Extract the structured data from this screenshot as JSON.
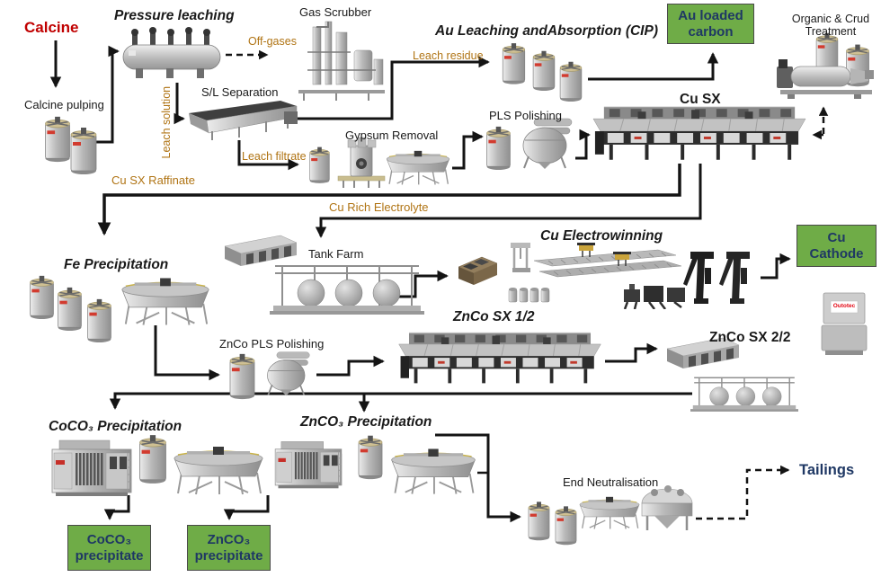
{
  "diagram_type": "process-flowsheet",
  "colors": {
    "background": "#ffffff",
    "feed_label": "#C00000",
    "stream_label": "#B07414",
    "product_box_bg": "#6FAC47",
    "product_box_border": "#4a4a4a",
    "product_text": "#1F3864",
    "flow_line": "#141414",
    "logo_red": "#E30613"
  },
  "labels": {
    "calcine": "Calcine",
    "pressure_leaching": "Pressure leaching",
    "gas_scrubber": "Gas Scrubber",
    "off_gases": "Off-gases",
    "calcine_pulping": "Calcine pulping",
    "leach_solution": "Leach solution",
    "sl_separation": "S/L Separation",
    "au_leaching_cip": "Au Leaching andAbsorption (CIP)",
    "leach_residue": "Leach residue",
    "leach_filtrate": "Leach filtrate",
    "gypsum_removal": "Gypsum Removal",
    "pls_polishing": "PLS Polishing",
    "cu_sx": "Cu SX",
    "organic_crud_line1": "Organic & Crud",
    "organic_crud_line2": "Treatment",
    "cu_sx_raffinate": "Cu SX Raffinate",
    "cu_rich_electrolyte": "Cu Rich Electrolyte",
    "fe_precipitation": "Fe Precipitation",
    "tank_farm": "Tank Farm",
    "cu_electrowinning": "Cu Electrowinning",
    "znco_pls_polishing": "ZnCo PLS Polishing",
    "znco_sx_1_2": "ZnCo SX 1/2",
    "znco_sx_2_2": "ZnCo SX 2/2",
    "coco3_precipitation": "CoCO₃ Precipitation",
    "znco3_precipitation": "ZnCO₃ Precipitation",
    "end_neutralisation": "End Neutralisation",
    "tailings": "Tailings",
    "outotec_logo": "Outotec"
  },
  "boxes": {
    "au_loaded_carbon": [
      "Au loaded",
      "carbon"
    ],
    "cu_cathode": [
      "Cu",
      "Cathode"
    ],
    "coco3_precipitate": [
      "CoCO₃",
      "precipitate"
    ],
    "znco3_precipitate": [
      "ZnCO₃",
      "precipitate"
    ]
  },
  "icons": {
    "tank-icon": "gray agitated cylindrical tank glyph",
    "thickener-icon": "wide circular thickener with rail and legs",
    "autoclave-icon": "horizontal autoclave with agitator motors",
    "belt-filter-icon": "inclined horizontal belt filter",
    "gas-scrubber-icon": "scrubber column assembly",
    "mixer-settler-icon": "solvent-extraction mixer-settler train",
    "filter-press-icon": "plate filter press machine",
    "decanter-centrifuge-icon": "horizontal decanter centrifuge",
    "polishing-filter-icon": "round pressure polishing filter",
    "reactor-icon": "gypsum removal reactor on platform",
    "tank-farm-rack-icon": "pipe rack with spherical tanks",
    "module-row-icon": "isometric row of container modules",
    "ew-tankhouse-icon": "electrowinning cell rows with yellow cranes",
    "ew-cell-icon": "brown electrolytic cell block",
    "stripping-machine-icon": "dark cathode stripping machines",
    "equipment-cabinet-icon": "gray equipment cabinet with logo",
    "drum-filter-icon": "vacuum drum filter",
    "canisters-icon": "row of small drums",
    "aux-machines-icon": "dark auxiliary machines",
    "crane-icon": "small gantry crane"
  }
}
